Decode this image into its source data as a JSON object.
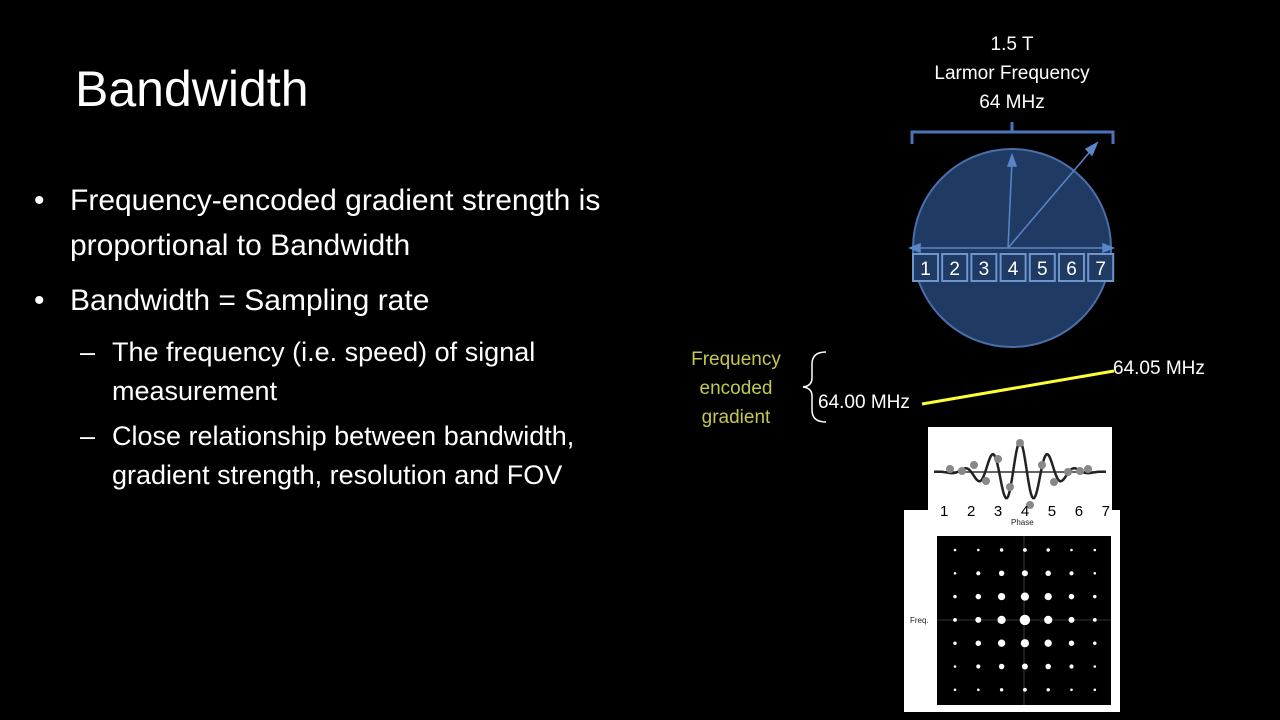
{
  "slide": {
    "title": "Bandwidth",
    "bullets": [
      {
        "marker": "•",
        "text": "Frequency-encoded gradient strength is proportional to Bandwidth"
      },
      {
        "marker": "•",
        "text": "Bandwidth = Sampling rate"
      }
    ],
    "sub_bullets": [
      {
        "marker": "–",
        "text": "The frequency (i.e. speed) of signal measurement"
      },
      {
        "marker": "–",
        "text": "Close relationship between bandwidth, gradient strength, resolution and FOV"
      }
    ]
  },
  "diagram": {
    "field": {
      "line1": "1.5 T",
      "line2": "Larmor Frequency",
      "line3": "64 MHz"
    },
    "voxels": [
      "1",
      "2",
      "3",
      "4",
      "5",
      "6",
      "7"
    ],
    "gradient_label": {
      "line1": "Frequency",
      "line2": "encoded",
      "line3": "gradient"
    },
    "low_freq": "64.00 MHz",
    "high_freq": "64.05 MHz",
    "signal_numbers": [
      "1",
      "2",
      "3",
      "4",
      "5",
      "6",
      "7"
    ],
    "kspace_phase_label": "Phase",
    "kspace_freq_label": "Freq.",
    "colors": {
      "background": "#000000",
      "circle_fill": "#1f3b63",
      "circle_stroke": "#4a6fa8",
      "bracket": "#4a74b8",
      "gradient_line": "#ffff33",
      "gradient_label": "#c6c652"
    }
  }
}
